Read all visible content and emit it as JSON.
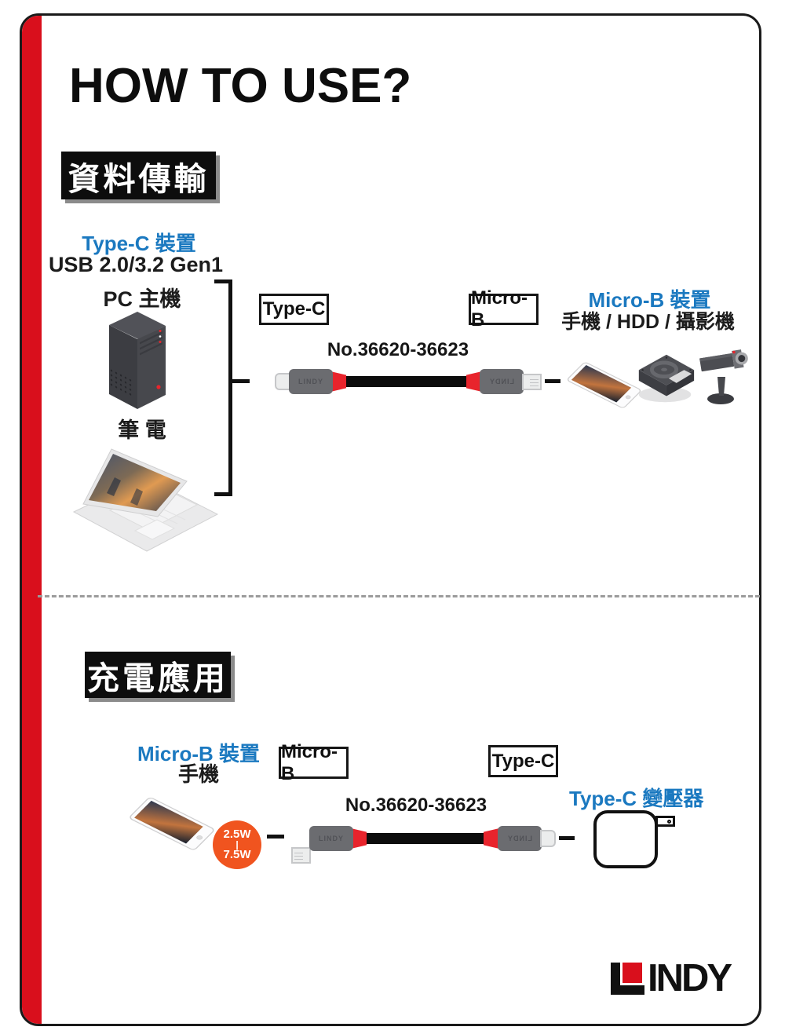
{
  "page": {
    "title": "HOW TO USE?"
  },
  "colors": {
    "red": "#d90f1c",
    "blue": "#1b79c0",
    "orange": "#f0541f"
  },
  "data_section": {
    "header": "資料傳輸",
    "source_type": "Type-C 裝置",
    "source_spec": "USB 2.0/3.2 Gen1",
    "source_device_1": "PC 主機",
    "source_device_2": "筆 電",
    "cable": {
      "left_label": "Type-C",
      "right_label": "Micro-B",
      "model_no": "No.36620-36623",
      "brand": "LINDY"
    },
    "target_type": "Micro-B 裝置",
    "target_devices": "手機 / HDD / 攝影機"
  },
  "charge_section": {
    "header": "充電應用",
    "source_type": "Micro-B 裝置",
    "source_device": "手機",
    "power": {
      "line1": "2.5W",
      "line2": "|",
      "line3": "7.5W"
    },
    "cable": {
      "left_label": "Micro-B",
      "right_label": "Type-C",
      "model_no": "No.36620-36623",
      "brand": "LINDY"
    },
    "target_label": "Type-C 變壓器"
  },
  "footer": {
    "brand_wordmark": "LINDY",
    "wordmark_rest": "INDY"
  }
}
